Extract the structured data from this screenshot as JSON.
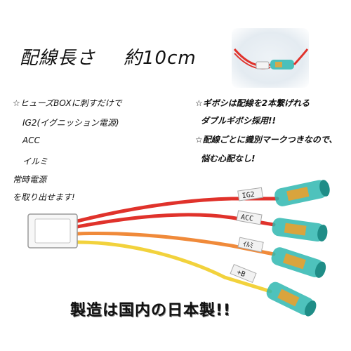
{
  "title": {
    "heading": "配線長さ",
    "length": "約10cm"
  },
  "left_notes": [
    "☆ヒューズBOXに刺すだけで",
    "IG2(イグニッション電源)",
    "ACC",
    "イルミ",
    "常時電源",
    "を取り出せます!"
  ],
  "right_notes": [
    "☆ギボシは配線を2本繋げれる",
    "ダブルギボシ採用!!",
    "☆配線ごとに識別マークつきなので、",
    "悩む心配なし!"
  ],
  "wire_labels": [
    "IG2",
    "ACC",
    "ｲﾙﾐ",
    "+B"
  ],
  "footer": "製造は国内の日本製!!",
  "colors": {
    "red": "#e0322b",
    "orange": "#f08a3a",
    "yellow": "#f2d23c",
    "connector": "#2fb7b0"
  }
}
